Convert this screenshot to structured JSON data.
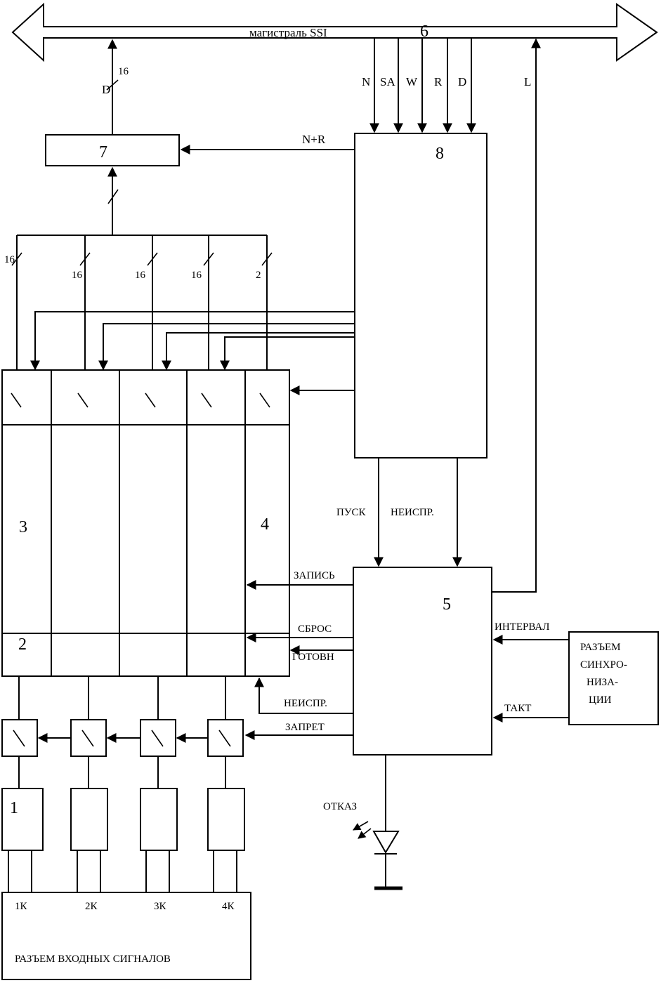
{
  "bus": {
    "label": "магистраль SSI",
    "number": "6"
  },
  "bus_signals": [
    "N",
    "SA",
    "W",
    "R",
    "D",
    "L"
  ],
  "block7": {
    "number": "7",
    "out_label": "D",
    "out_width": "16",
    "in_label": "N+R"
  },
  "block8": {
    "number": "8",
    "out_start": "ПУСК",
    "out_fault": "НЕИСПР."
  },
  "channel_widths": [
    "16",
    "16",
    "16",
    "16",
    "2"
  ],
  "block3": {
    "number": "3"
  },
  "block4": {
    "number": "4"
  },
  "block2": {
    "number": "2"
  },
  "block5": {
    "number": "5",
    "sig_write": "ЗАПИСЬ",
    "sig_reset": "СБРОС",
    "sig_ready": "ГОТОВН",
    "sig_fault": "НЕИСПР.",
    "sig_inhibit": "ЗАПРЕТ",
    "sig_interval": "ИНТЕРВАЛ",
    "sig_clock": "ТАКТ",
    "sig_failure": "ОТКАЗ"
  },
  "sync_connector": {
    "lines": [
      "РАЗЪЕМ",
      "СИНХРО-",
      "НИЗА-",
      "ЦИИ"
    ]
  },
  "block1": {
    "number": "1"
  },
  "input_connector": {
    "label": "РАЗЪЕМ ВХОДНЫХ СИГНАЛОВ",
    "channels": [
      "1К",
      "2К",
      "3К",
      "4К"
    ]
  }
}
